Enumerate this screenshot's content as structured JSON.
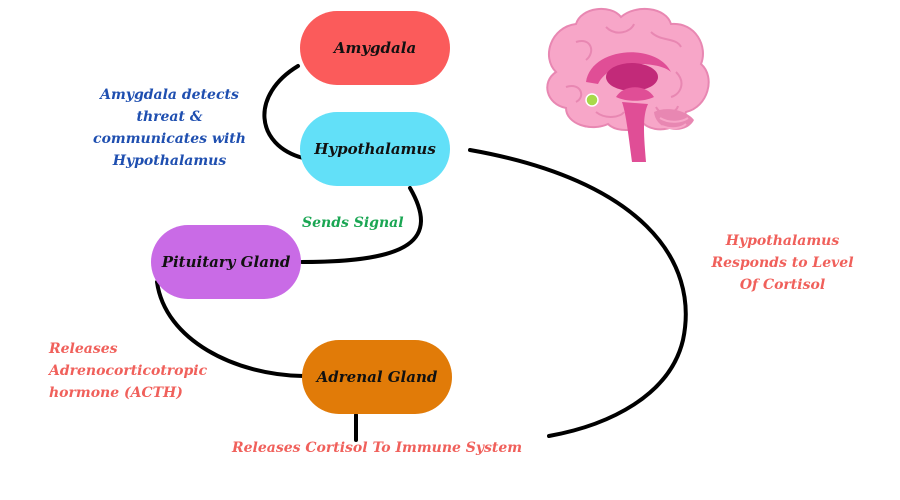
{
  "colors": {
    "amygdala": "#fb5b5b",
    "hypothalamus": "#62e0f8",
    "pituitary": "#c96be6",
    "adrenal": "#e17b08",
    "blue_text": "#1f4fb0",
    "green_text": "#1aa653",
    "red_text": "#f0605b",
    "connector": "#000000"
  },
  "nodes": {
    "amygdala": "Amygdala",
    "hypothalamus": "Hypothalamus",
    "pituitary": "Pituitary Gland",
    "adrenal": "Adrenal Gland"
  },
  "annotations": {
    "amygdala_detects": "Amygdala detects threat & communicates with Hypothalamus",
    "sends_signal": "Sends Signal",
    "releases_acth": "Releases Adrenocorticotropic hormone (ACTH)",
    "hypothalamus_responds": "Hypothalamus Responds to Level Of Cortisol",
    "releases_cortisol": "Releases Cortisol To Immune System"
  },
  "icons": {
    "brain": "brain-icon"
  }
}
